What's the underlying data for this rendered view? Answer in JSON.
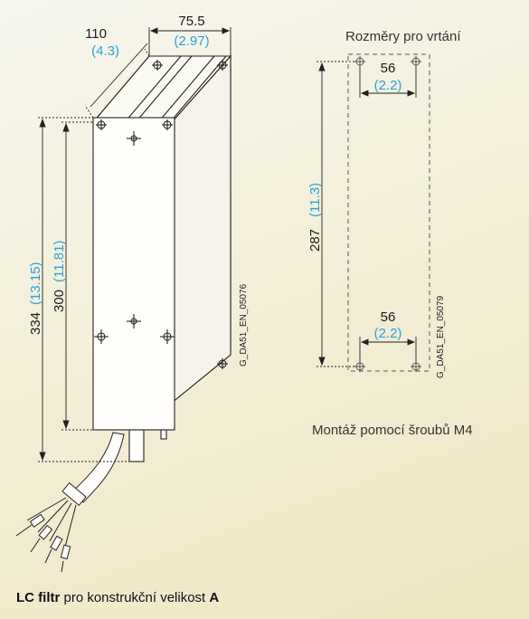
{
  "left_view": {
    "depth_mm": "110",
    "depth_in": "(4.3)",
    "width_mm": "75.5",
    "width_in": "(2.97)",
    "height_total_mm": "334",
    "height_total_in": "(13.15)",
    "height_body_mm": "300",
    "height_body_in": "(11.81)",
    "drawing_id": "G_DA51_EN_05076"
  },
  "right_view": {
    "title": "Rozměry pro vrtání",
    "top_spacing_mm": "56",
    "top_spacing_in": "(2.2)",
    "bottom_spacing_mm": "56",
    "bottom_spacing_in": "(2.2)",
    "height_mm": "287",
    "height_in": "(11.3)",
    "drawing_id": "G_DA51_EN_05079",
    "mounting_note": "Montáž pomocí šroubů M4"
  },
  "caption": {
    "bold_part": "LC filtr",
    "middle_part": " pro konstrukční velikost ",
    "size_letter": "A"
  },
  "colors": {
    "accent_blue": "#2aa0d8",
    "background": "#f3efd9"
  }
}
